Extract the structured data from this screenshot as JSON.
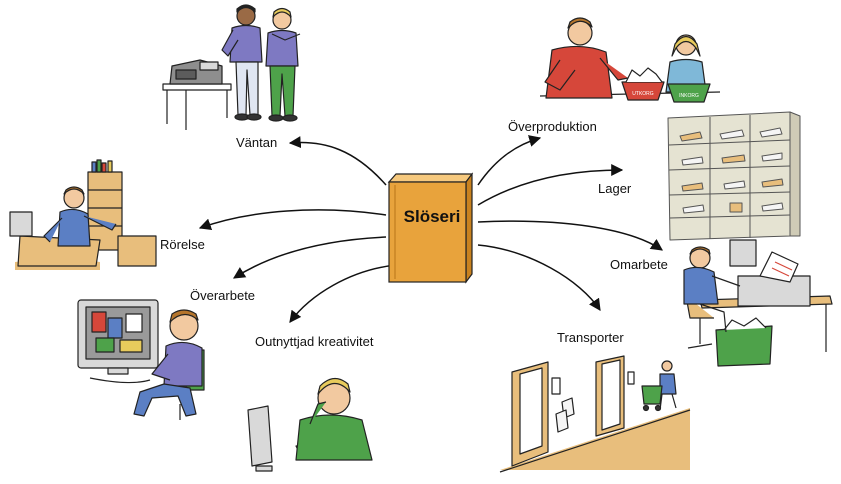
{
  "center": {
    "title": "Slöseri",
    "book_color": "#E8A33C",
    "book_spine_color": "#C9821F"
  },
  "wastes": [
    {
      "id": "vantan",
      "label": "Väntan"
    },
    {
      "id": "overproduktion",
      "label": "Överproduktion"
    },
    {
      "id": "lager",
      "label": "Lager"
    },
    {
      "id": "rorelse",
      "label": "Rörelse"
    },
    {
      "id": "omarbete",
      "label": "Omarbete"
    },
    {
      "id": "overarbete",
      "label": "Överarbete"
    },
    {
      "id": "outnyttjad",
      "label": "Outnyttjad kreativitet"
    },
    {
      "id": "transporter",
      "label": "Transporter"
    }
  ],
  "box_labels": {
    "utkorg": "UTKORG",
    "inkorg": "INKORG"
  },
  "illustrations": {
    "vantan": "people-waiting-at-printer",
    "overproduktion": "office-workers-with-out-and-in-trays",
    "lager": "storage-shelves-with-papers",
    "rorelse": "worker-reaching-for-binders",
    "omarbete": "worker-at-printer-redoing-work",
    "overarbete": "person-at-overloaded-computer",
    "outnyttjad": "bored-person-at-computer",
    "transporter": "person-pushing-cart-down-corridor"
  },
  "colors": {
    "arrow": "#111111",
    "green": "#4EA24A",
    "blue": "#5B7FC4",
    "purple": "#7E79C2",
    "red": "#D6473A",
    "skin": "#F2C9A0",
    "hair_blond": "#E8CB5C",
    "wood": "#E8BE7C",
    "shelf": "#E5E3D2"
  }
}
